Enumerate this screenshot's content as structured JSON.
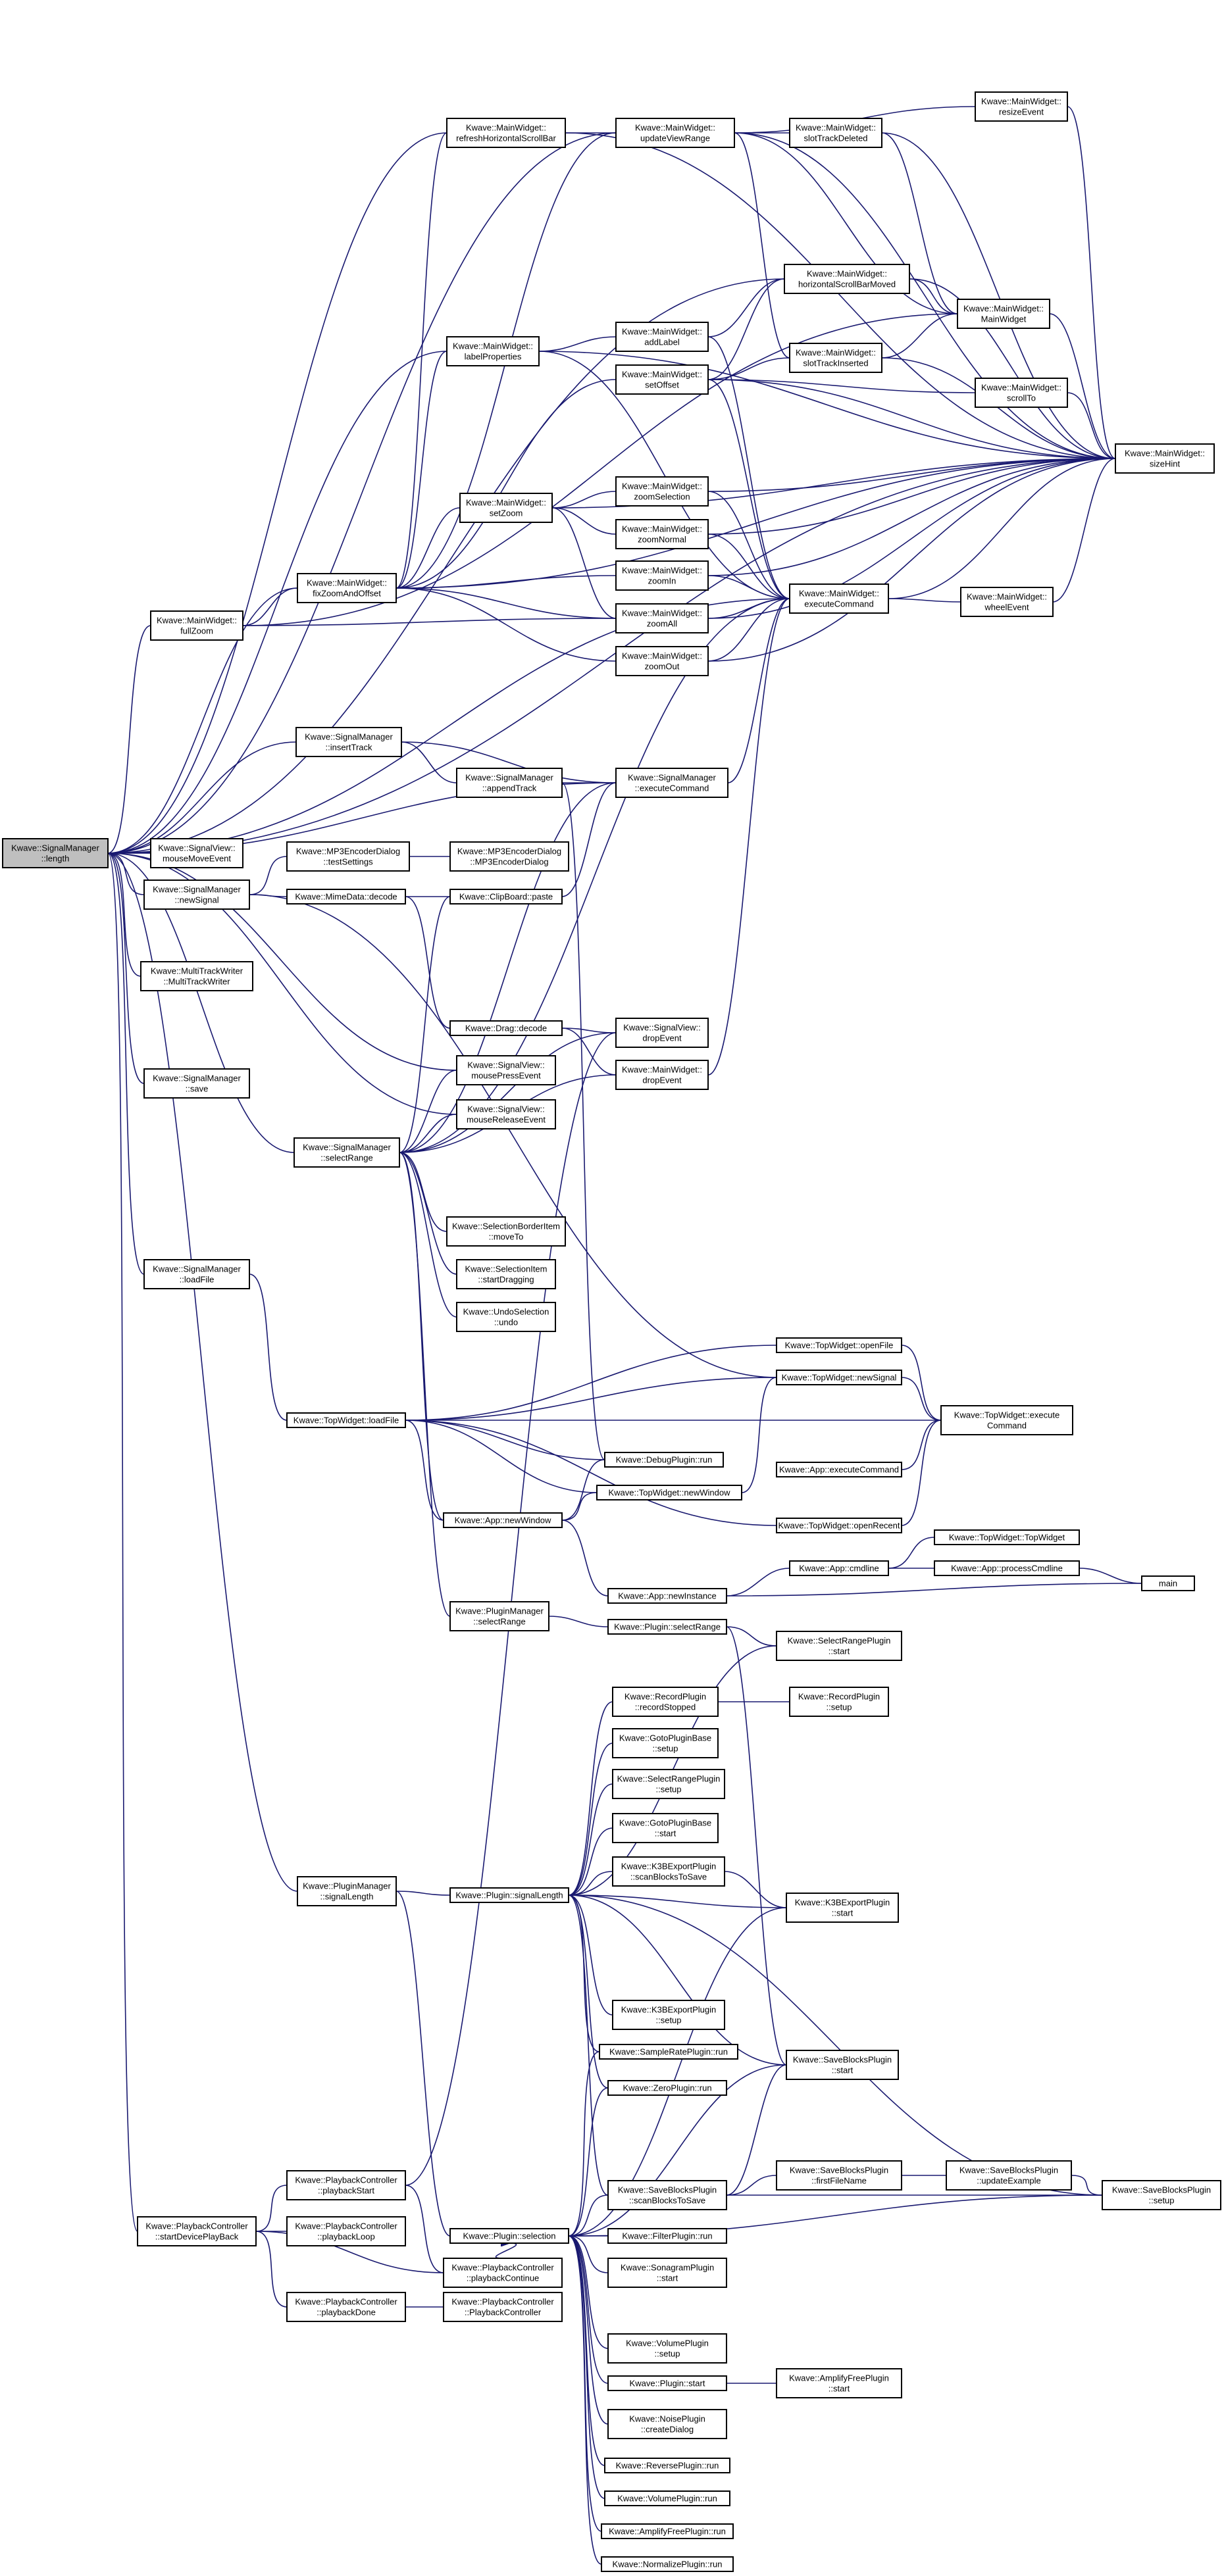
{
  "nodes": [
    {
      "id": "length",
      "lines": [
        "Kwave::SignalManager",
        "::length"
      ],
      "root": true
    },
    {
      "id": "refreshH",
      "lines": [
        "Kwave::MainWidget::",
        "refreshHorizontalScrollBar"
      ]
    },
    {
      "id": "updateVR",
      "lines": [
        "Kwave::MainWidget::",
        "updateViewRange"
      ]
    },
    {
      "id": "slotTD",
      "lines": [
        "Kwave::MainWidget::",
        "slotTrackDeleted"
      ]
    },
    {
      "id": "resizeEv",
      "lines": [
        "Kwave::MainWidget::",
        "resizeEvent"
      ]
    },
    {
      "id": "hsbMoved",
      "lines": [
        "Kwave::MainWidget::",
        "horizontalScrollBarMoved"
      ]
    },
    {
      "id": "mainWidget",
      "lines": [
        "Kwave::MainWidget::",
        "MainWidget"
      ]
    },
    {
      "id": "addLabel",
      "lines": [
        "Kwave::MainWidget::",
        "addLabel"
      ]
    },
    {
      "id": "slotTI",
      "lines": [
        "Kwave::MainWidget::",
        "slotTrackInserted"
      ]
    },
    {
      "id": "labelProps",
      "lines": [
        "Kwave::MainWidget::",
        "labelProperties"
      ]
    },
    {
      "id": "setOffset",
      "lines": [
        "Kwave::MainWidget::",
        "setOffset"
      ]
    },
    {
      "id": "scrollTo",
      "lines": [
        "Kwave::MainWidget::",
        "scrollTo"
      ]
    },
    {
      "id": "sizeHint",
      "lines": [
        "Kwave::MainWidget::",
        "sizeHint"
      ]
    },
    {
      "id": "setZoom",
      "lines": [
        "Kwave::MainWidget::",
        "setZoom"
      ]
    },
    {
      "id": "zoomSel",
      "lines": [
        "Kwave::MainWidget::",
        "zoomSelection"
      ]
    },
    {
      "id": "zoomNormal",
      "lines": [
        "Kwave::MainWidget::",
        "zoomNormal"
      ]
    },
    {
      "id": "fixZoom",
      "lines": [
        "Kwave::MainWidget::",
        "fixZoomAndOffset"
      ]
    },
    {
      "id": "zoomIn",
      "lines": [
        "Kwave::MainWidget::",
        "zoomIn"
      ]
    },
    {
      "id": "execCmdMW",
      "lines": [
        "Kwave::MainWidget::",
        "executeCommand"
      ]
    },
    {
      "id": "wheelEv",
      "lines": [
        "Kwave::MainWidget::",
        "wheelEvent"
      ]
    },
    {
      "id": "fullZoom",
      "lines": [
        "Kwave::MainWidget::",
        "fullZoom"
      ]
    },
    {
      "id": "zoomAll",
      "lines": [
        "Kwave::MainWidget::",
        "zoomAll"
      ]
    },
    {
      "id": "zoomOut",
      "lines": [
        "Kwave::MainWidget::",
        "zoomOut"
      ]
    },
    {
      "id": "insertTrack",
      "lines": [
        "Kwave::SignalManager",
        "::insertTrack"
      ]
    },
    {
      "id": "appendTrack",
      "lines": [
        "Kwave::SignalManager",
        "::appendTrack"
      ]
    },
    {
      "id": "execCmdSM",
      "lines": [
        "Kwave::SignalManager",
        "::executeCommand"
      ]
    },
    {
      "id": "svMouseMove",
      "lines": [
        "Kwave::SignalView::",
        "mouseMoveEvent"
      ]
    },
    {
      "id": "mp3Test",
      "lines": [
        "Kwave::MP3EncoderDialog",
        "::testSettings"
      ]
    },
    {
      "id": "mp3Ctor",
      "lines": [
        "Kwave::MP3EncoderDialog",
        "::MP3EncoderDialog"
      ]
    },
    {
      "id": "newSignal",
      "lines": [
        "Kwave::SignalManager",
        "::newSignal"
      ]
    },
    {
      "id": "mimeDecode",
      "lines": [
        "Kwave::MimeData::decode"
      ]
    },
    {
      "id": "clipPaste",
      "lines": [
        "Kwave::ClipBoard::paste"
      ]
    },
    {
      "id": "mttCtor",
      "lines": [
        "Kwave::MultiTrackWriter",
        "::MultiTrackWriter"
      ]
    },
    {
      "id": "dragDecode",
      "lines": [
        "Kwave::Drag::decode"
      ]
    },
    {
      "id": "svDrop",
      "lines": [
        "Kwave::SignalView::",
        "dropEvent"
      ]
    },
    {
      "id": "smSave",
      "lines": [
        "Kwave::SignalManager",
        "::save"
      ]
    },
    {
      "id": "svMousePress",
      "lines": [
        "Kwave::SignalView::",
        "mousePressEvent"
      ]
    },
    {
      "id": "mwDrop",
      "lines": [
        "Kwave::MainWidget::",
        "dropEvent"
      ]
    },
    {
      "id": "svMouseRelease",
      "lines": [
        "Kwave::SignalView::",
        "mouseReleaseEvent"
      ]
    },
    {
      "id": "selectRange",
      "lines": [
        "Kwave::SignalManager",
        "::selectRange"
      ]
    },
    {
      "id": "selBorderMove",
      "lines": [
        "Kwave::SelectionBorderItem",
        "::moveTo"
      ]
    },
    {
      "id": "selItemDrag",
      "lines": [
        "Kwave::SelectionItem",
        "::startDragging"
      ]
    },
    {
      "id": "undoSel",
      "lines": [
        "Kwave::UndoSelection",
        "::undo"
      ]
    },
    {
      "id": "smLoadFile",
      "lines": [
        "Kwave::SignalManager",
        "::loadFile"
      ]
    },
    {
      "id": "twOpenFile",
      "lines": [
        "Kwave::TopWidget::openFile"
      ]
    },
    {
      "id": "twNewSignal",
      "lines": [
        "Kwave::TopWidget::newSignal"
      ]
    },
    {
      "id": "twLoadFile",
      "lines": [
        "Kwave::TopWidget::loadFile"
      ]
    },
    {
      "id": "twExec",
      "lines": [
        "Kwave::TopWidget::execute",
        "Command"
      ]
    },
    {
      "id": "debugRun",
      "lines": [
        "Kwave::DebugPlugin::run"
      ]
    },
    {
      "id": "twNewWindow",
      "lines": [
        "Kwave::TopWidget::newWindow"
      ]
    },
    {
      "id": "appExec",
      "lines": [
        "Kwave::App::executeCommand"
      ]
    },
    {
      "id": "appNewWindow",
      "lines": [
        "Kwave::App::newWindow"
      ]
    },
    {
      "id": "twOpenRecent",
      "lines": [
        "Kwave::TopWidget::openRecent"
      ]
    },
    {
      "id": "twCtor",
      "lines": [
        "Kwave::TopWidget::TopWidget"
      ]
    },
    {
      "id": "appCmdline",
      "lines": [
        "Kwave::App::cmdline"
      ]
    },
    {
      "id": "appProcCmd",
      "lines": [
        "Kwave::App::processCmdline"
      ]
    },
    {
      "id": "appNewInst",
      "lines": [
        "Kwave::App::newInstance"
      ]
    },
    {
      "id": "main",
      "lines": [
        "main"
      ]
    },
    {
      "id": "pmSelRange",
      "lines": [
        "Kwave::PluginManager",
        "::selectRange"
      ]
    },
    {
      "id": "plugSelRange",
      "lines": [
        "Kwave::Plugin::selectRange"
      ]
    },
    {
      "id": "selRangeStart",
      "lines": [
        "Kwave::SelectRangePlugin",
        "::start"
      ]
    },
    {
      "id": "recStopped",
      "lines": [
        "Kwave::RecordPlugin",
        "::recordStopped"
      ]
    },
    {
      "id": "recSetup",
      "lines": [
        "Kwave::RecordPlugin",
        "::setup"
      ]
    },
    {
      "id": "gotoSetup",
      "lines": [
        "Kwave::GotoPluginBase",
        "::setup"
      ]
    },
    {
      "id": "selRangeSetup",
      "lines": [
        "Kwave::SelectRangePlugin",
        "::setup"
      ]
    },
    {
      "id": "gotoStart",
      "lines": [
        "Kwave::GotoPluginBase",
        "::start"
      ]
    },
    {
      "id": "k3bScan",
      "lines": [
        "Kwave::K3BExportPlugin",
        "::scanBlocksToSave"
      ]
    },
    {
      "id": "pmSigLen",
      "lines": [
        "Kwave::PluginManager",
        "::signalLength"
      ]
    },
    {
      "id": "plugSigLen",
      "lines": [
        "Kwave::Plugin::signalLength"
      ]
    },
    {
      "id": "k3bStart",
      "lines": [
        "Kwave::K3BExportPlugin",
        "::start"
      ]
    },
    {
      "id": "k3bSetup",
      "lines": [
        "Kwave::K3BExportPlugin",
        "::setup"
      ]
    },
    {
      "id": "srRun",
      "lines": [
        "Kwave::SampleRatePlugin::run"
      ]
    },
    {
      "id": "sbStart",
      "lines": [
        "Kwave::SaveBlocksPlugin",
        "::start"
      ]
    },
    {
      "id": "zeroRun",
      "lines": [
        "Kwave::ZeroPlugin::run"
      ]
    },
    {
      "id": "pcPlayStart",
      "lines": [
        "Kwave::PlaybackController",
        "::playbackStart"
      ]
    },
    {
      "id": "sbScan",
      "lines": [
        "Kwave::SaveBlocksPlugin",
        "::scanBlocksToSave"
      ]
    },
    {
      "id": "sbFirstFile",
      "lines": [
        "Kwave::SaveBlocksPlugin",
        "::firstFileName"
      ]
    },
    {
      "id": "sbUpdateEx",
      "lines": [
        "Kwave::SaveBlocksPlugin",
        "::updateExample"
      ]
    },
    {
      "id": "sbSetup",
      "lines": [
        "Kwave::SaveBlocksPlugin",
        "::setup"
      ]
    },
    {
      "id": "pcStartDev",
      "lines": [
        "Kwave::PlaybackController",
        "::startDevicePlayBack"
      ]
    },
    {
      "id": "pcPlayLoop",
      "lines": [
        "Kwave::PlaybackController",
        "::playbackLoop"
      ]
    },
    {
      "id": "plugSelection",
      "lines": [
        "Kwave::Plugin::selection"
      ]
    },
    {
      "id": "filterRun",
      "lines": [
        "Kwave::FilterPlugin::run"
      ]
    },
    {
      "id": "pcPlayCont",
      "lines": [
        "Kwave::PlaybackController",
        "::playbackContinue"
      ]
    },
    {
      "id": "sonoStart",
      "lines": [
        "Kwave::SonagramPlugin",
        "::start"
      ]
    },
    {
      "id": "pcPlayDone",
      "lines": [
        "Kwave::PlaybackController",
        "::playbackDone"
      ]
    },
    {
      "id": "pcCtor",
      "lines": [
        "Kwave::PlaybackController",
        "::PlaybackController"
      ]
    },
    {
      "id": "volSetup",
      "lines": [
        "Kwave::VolumePlugin",
        "::setup"
      ]
    },
    {
      "id": "plugStart",
      "lines": [
        "Kwave::Plugin::start"
      ]
    },
    {
      "id": "ampStart",
      "lines": [
        "Kwave::AmplifyFreePlugin",
        "::start"
      ]
    },
    {
      "id": "noiseDlg",
      "lines": [
        "Kwave::NoisePlugin",
        "::createDialog"
      ]
    },
    {
      "id": "revRun",
      "lines": [
        "Kwave::ReversePlugin::run"
      ]
    },
    {
      "id": "volRun",
      "lines": [
        "Kwave::VolumePlugin::run"
      ]
    },
    {
      "id": "ampRun",
      "lines": [
        "Kwave::AmplifyFreePlugin::run"
      ]
    },
    {
      "id": "normRun",
      "lines": [
        "Kwave::NormalizePlugin::run"
      ]
    }
  ]
}
